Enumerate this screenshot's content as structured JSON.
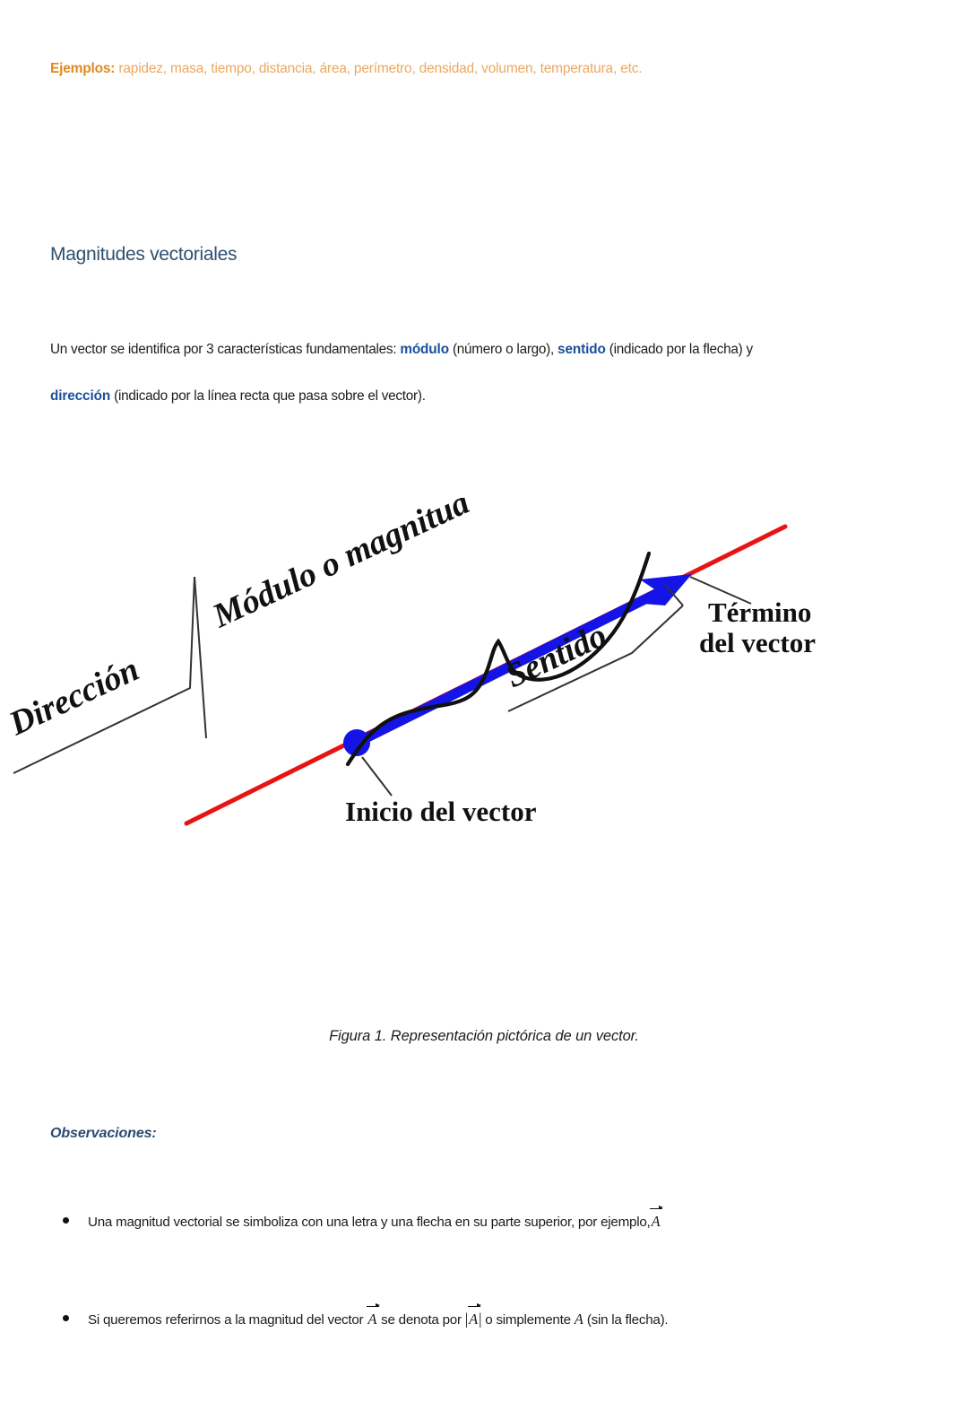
{
  "examples": {
    "label": "Ejemplos:",
    "text": " rapidez, masa, tiempo, distancia, área, perímetro, densidad, volumen, temperatura, etc."
  },
  "section": {
    "heading": "Magnitudes vectoriales"
  },
  "paragraph": {
    "line1_part1": "Un vector se identifica por 3 características fundamentales: ",
    "keyword_modulo": "módulo",
    "line1_part2": " (número o largo), ",
    "keyword_sentido": "sentido",
    "line1_part3": " (indicado por la flecha) y",
    "keyword_direccion": "dirección",
    "line2_part1": " (indicado por la línea recta que pasa sobre el vector)."
  },
  "figure": {
    "labels": {
      "modulo": "Módulo o magnitud",
      "direccion": "Dirección",
      "sentido": "Sentido",
      "termino_line1": "Término",
      "termino_line2": "del vector",
      "inicio": "Inicio del vector"
    },
    "colors": {
      "vector": "#1414e6",
      "line": "#e81313",
      "annotation": "#111111"
    },
    "caption": "Figura 1. Representación pictórica de un vector."
  },
  "observations": {
    "title": "Observaciones:",
    "bullet1": {
      "text_before": "Una magnitud vectorial se simboliza con una letra y una flecha en su parte superior, por ejemplo,",
      "symbol": "A"
    },
    "bullet2": {
      "text_part1": "Si queremos referirnos a la magnitud del vector ",
      "symbol_vector": "A",
      "text_part2": " se denota por ",
      "bar_open": "|",
      "symbol_abs": "A",
      "bar_close": "|",
      "text_part3": " o simplemente ",
      "symbol_plain": "A",
      "text_part4": " (sin la flecha)."
    }
  }
}
